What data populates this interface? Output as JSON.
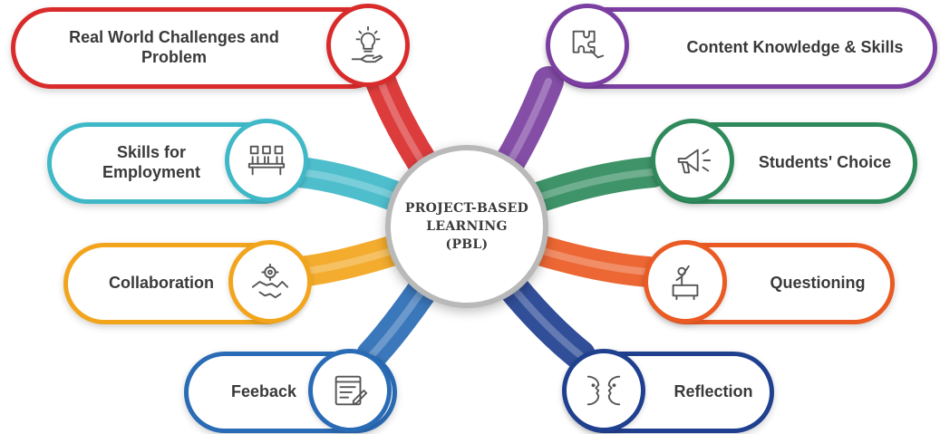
{
  "hub": {
    "title": "PROJECT-BASED\nLEARNING\n(PBL)"
  },
  "nodes": [
    {
      "key": "real-world",
      "label": "Real World Challenges and Problem",
      "color": "#d92b2b",
      "icon": "lightbulb-hand-icon"
    },
    {
      "key": "skills-employment",
      "label": "Skills for Employment",
      "color": "#3fb8c8",
      "icon": "team-meeting-icon"
    },
    {
      "key": "collaboration",
      "label": "Collaboration",
      "color": "#f2a51c",
      "icon": "handshake-gear-icon"
    },
    {
      "key": "feedback",
      "label": "Feeback",
      "color": "#2a6bb5",
      "icon": "feedback-form-icon"
    },
    {
      "key": "content-knowledge",
      "label": "Content Knowledge & Skills",
      "color": "#7a3fa0",
      "icon": "puzzle-pieces-icon"
    },
    {
      "key": "students-choice",
      "label": "Students' Choice",
      "color": "#2f8a5b",
      "icon": "megaphone-icon"
    },
    {
      "key": "questioning",
      "label": "Questioning",
      "color": "#ea5a23",
      "icon": "raised-hand-student-icon"
    },
    {
      "key": "reflection",
      "label": "Reflection",
      "color": "#1f3f8f",
      "icon": "facing-faces-icon"
    }
  ]
}
